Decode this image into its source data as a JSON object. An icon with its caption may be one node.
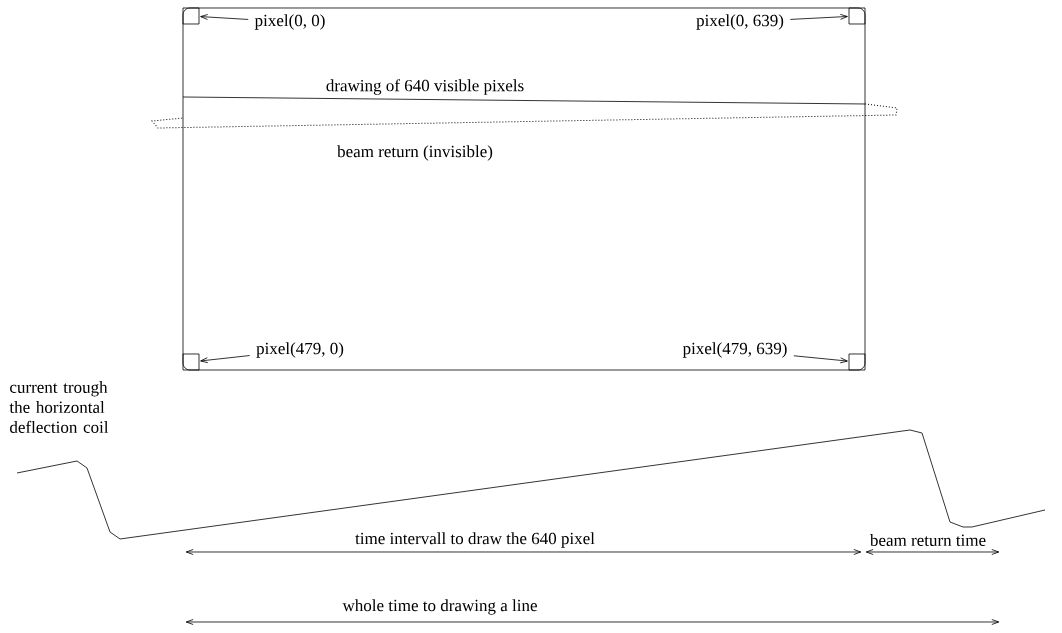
{
  "diagram": {
    "nodes": [
      {
        "text": [],
        "shape": "box"
      },
      {
        "text": [],
        "shape": "box",
        "in": 0
      },
      {
        "text": [],
        "shape": "box",
        "in": 0
      },
      {
        "text": [],
        "shape": "box",
        "in": 0
      },
      {
        "text": [],
        "shape": "box",
        "in": 0
      },
      {
        "text": [
          "pixel(0, 0)"
        ],
        "in": 0
      },
      {
        "text": [
          "pixel(0, 639)"
        ],
        "in": 0
      },
      {
        "text": [
          "pixel(479, 0)"
        ],
        "in": 0
      },
      {
        "text": [
          "pixel(479, 639)"
        ],
        "in": 0
      }
    ],
    "edges": [
      {
        "from": 5,
        "to": 1,
        "arrow": "to"
      },
      {
        "from": 6,
        "to": 2,
        "arrow": "to"
      },
      {
        "from": 7,
        "to": 3,
        "arrow": "to"
      },
      {
        "from": 8,
        "to": 4,
        "arrow": "to"
      }
    ],
    "labels": [
      "drawing of 640 visible pixels",
      "beam return (invisible)",
      "current trough the horizontal deflection coil",
      "time intervall to draw the 640 pixel",
      "beam return time",
      "whole time to drawing a line"
    ]
  }
}
